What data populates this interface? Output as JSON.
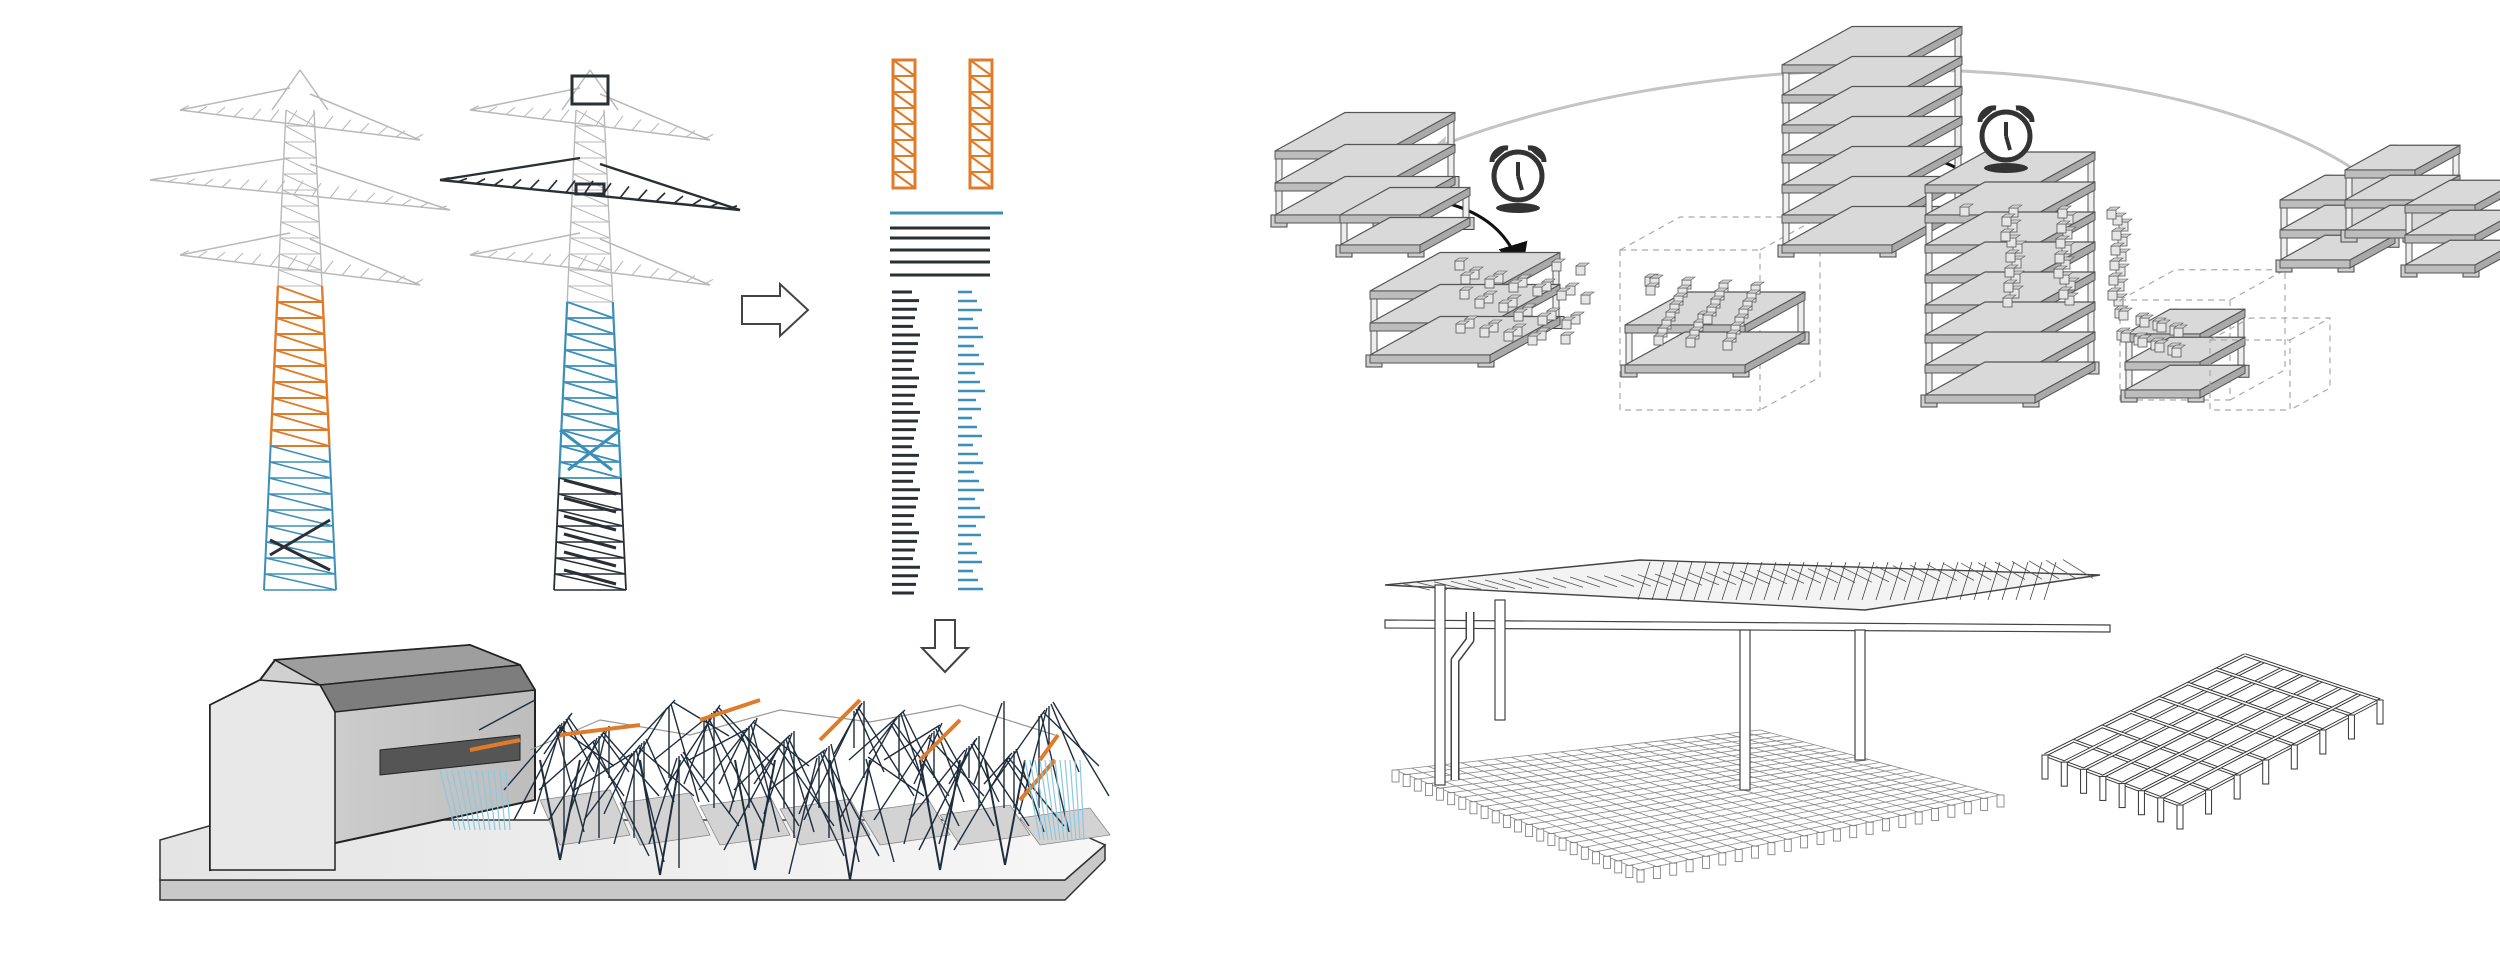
{
  "palette": {
    "orange": "#e07b2a",
    "blue": "#3b8fb8",
    "light_blue": "#8cc8e0",
    "dark": "#2a2f36",
    "gray_line": "#b9b9b9",
    "mid_gray": "#8a8a8a",
    "panel_gray": "#cfcfcf",
    "background": "#ffffff"
  },
  "panels": [
    {
      "name": "pylon-disassembly-panel",
      "icon": "lattice-pylon-icon"
    },
    {
      "name": "sorted-members-panel",
      "icon": "member-stack-icon"
    },
    {
      "name": "reassembled-roof-panel",
      "icon": "hall-roof-icon"
    },
    {
      "name": "modular-reuse-cycle-panel",
      "icon": "alarm-clock-icon"
    },
    {
      "name": "canopy-grid-panel",
      "icon": "grid-canopy-icon"
    }
  ]
}
